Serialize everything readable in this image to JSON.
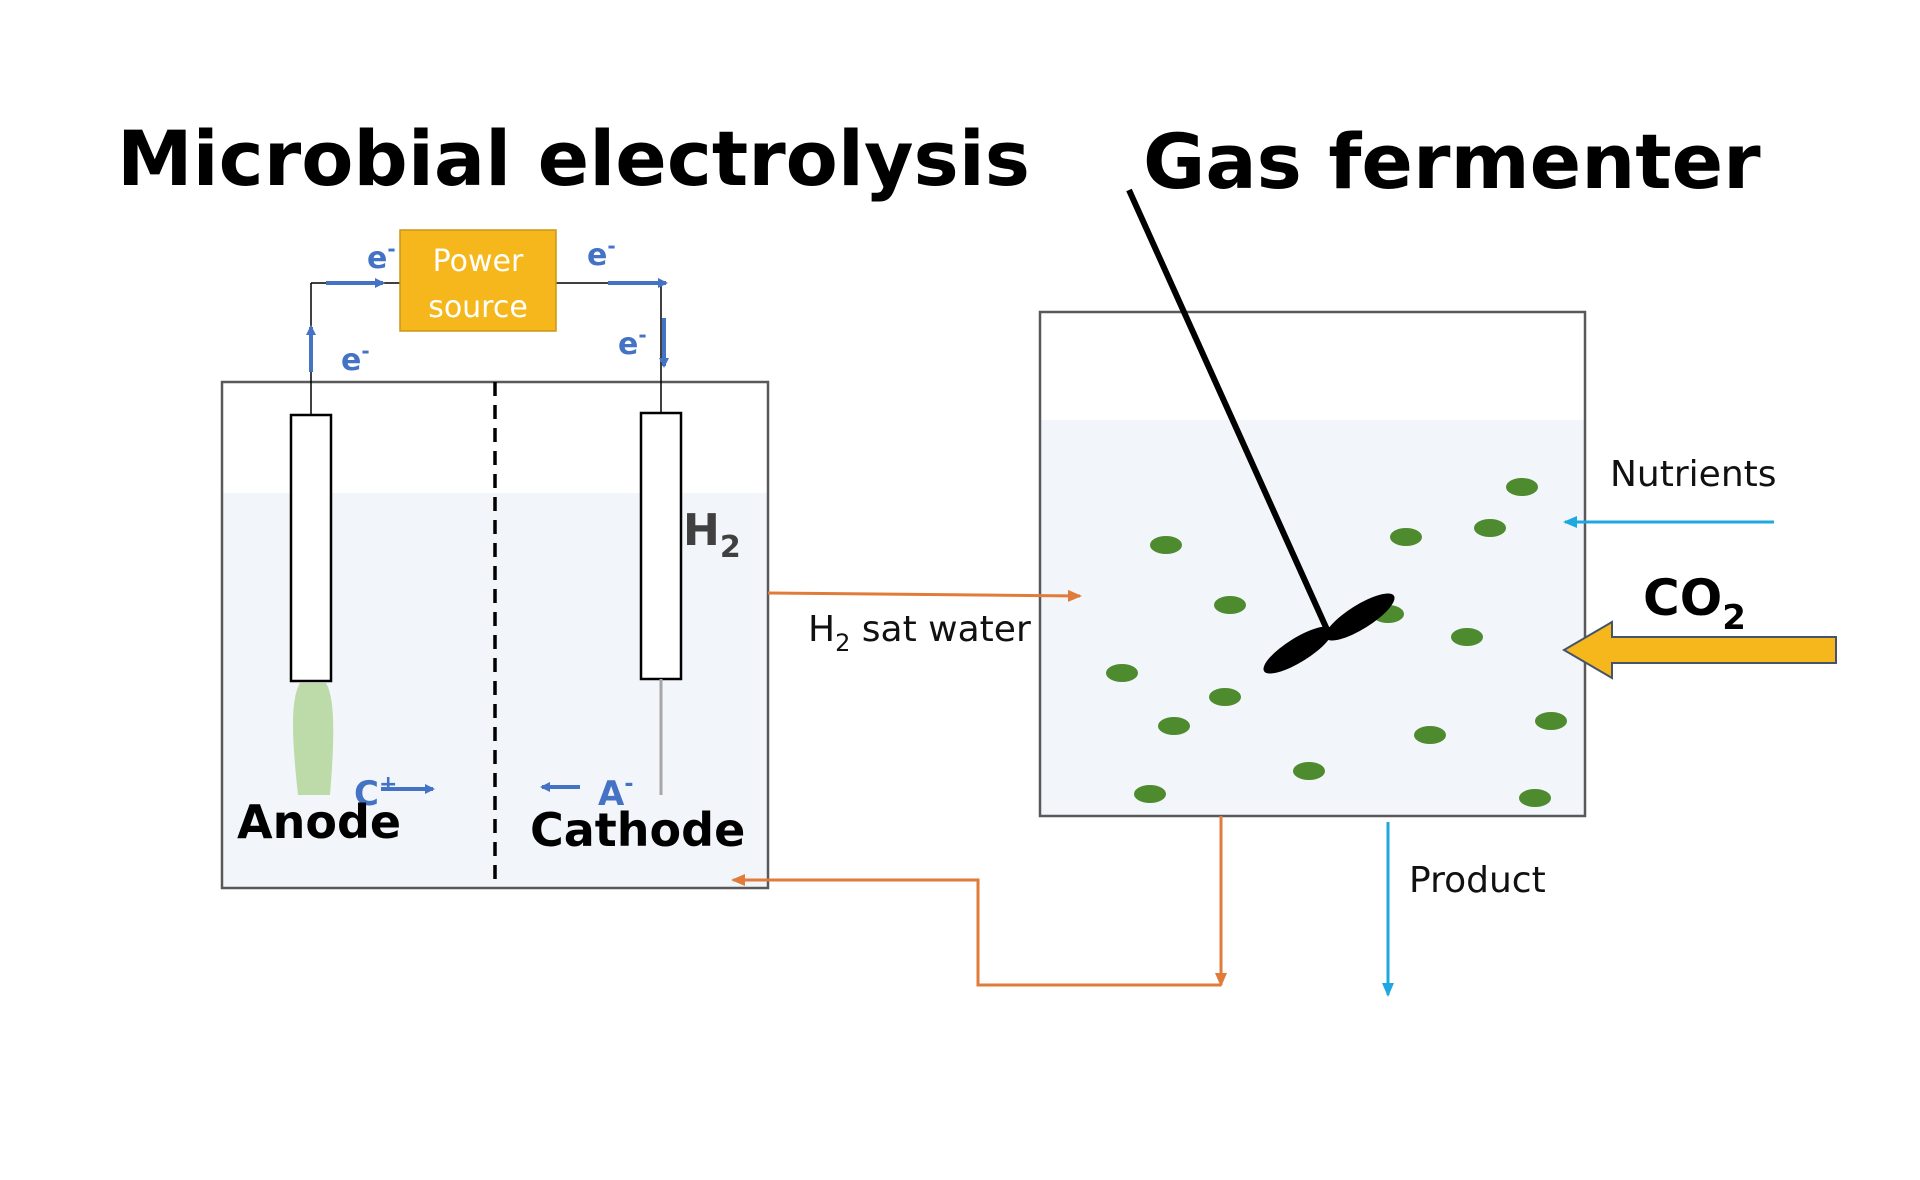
{
  "titles": {
    "left": "Microbial electrolysis",
    "right": "Gas fermenter"
  },
  "electrolysis": {
    "power_source_line1": "Power",
    "power_source_line2": "source",
    "electron_symbol": "e",
    "electron_charge": "-",
    "anode_label": "Anode",
    "cathode_label": "Cathode",
    "cation_symbol": "C",
    "cation_charge": "+",
    "anion_symbol": "A",
    "anion_charge": "-",
    "h2_main": "H",
    "h2_sub": "2"
  },
  "fermenter": {
    "nutrients_label": "Nutrients",
    "co2_main": "CO",
    "co2_sub": "2",
    "product_label": "Product"
  },
  "flows": {
    "h2_water_main": "H",
    "h2_water_sub": "2",
    "h2_water_rest": " sat water"
  },
  "colors": {
    "liquid": "#F2F6FA",
    "electron_arrow": "#4472C4",
    "power_source": "#F5B71B",
    "recycle_line": "#E07B39",
    "nutrient_line": "#1FA8DF",
    "co2_arrow": "#F5B71B",
    "microbe": "#4E8A2E",
    "biofilm": "#A9D18E"
  }
}
